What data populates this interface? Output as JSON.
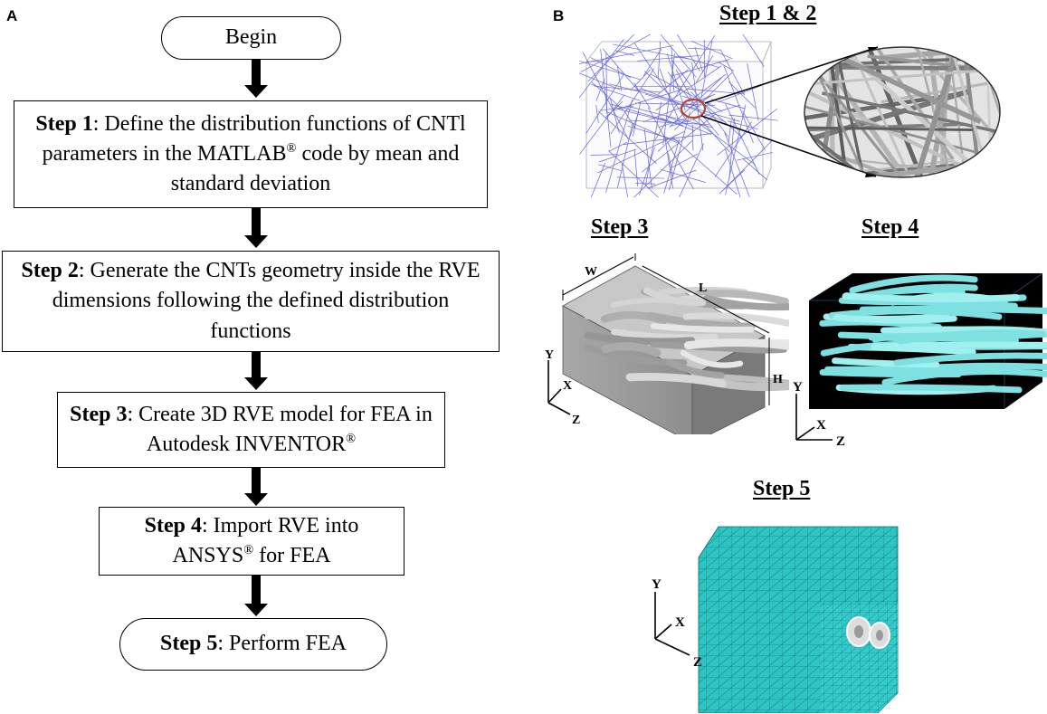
{
  "panels": {
    "a_label": "A",
    "b_label": "B"
  },
  "flowchart": {
    "begin": "Begin",
    "steps": [
      {
        "bold": "Step 1",
        "text": ": Define the distribution functions of CNTl parameters in the MATLAB",
        "sup": "®",
        "text_after": " code by mean and standard deviation"
      },
      {
        "bold": "Step 2",
        "text": ": Generate the CNTs geometry inside the RVE dimensions following the defined distribution functions"
      },
      {
        "bold": "Step 3",
        "text": ": Create 3D RVE model for FEA in Autodesk INVENTOR",
        "sup": "®"
      },
      {
        "bold": "Step 4",
        "text": ": Import RVE into ANSYS",
        "sup": "®",
        "text_after": " for FEA"
      },
      {
        "bold": "Step 5",
        "text": ": Perform FEA"
      }
    ]
  },
  "right_panel": {
    "titles": {
      "step12": "Step 1 & 2",
      "step3": "Step 3",
      "step4": "Step 4",
      "step5": "Step 5"
    },
    "step3_labels": {
      "w": "W",
      "l": "L",
      "h": "H",
      "y": "Y",
      "x": "X",
      "z": "Z"
    },
    "step4_labels": {
      "y": "Y",
      "x": "X",
      "z": "Z"
    },
    "step5_labels": {
      "y": "Y",
      "x": "X",
      "z": "Z"
    }
  },
  "colors": {
    "cnt_blue": "#3b3fd0",
    "highlight_ring": "#b5442a",
    "tube_cyan": "#7ee0e0",
    "mesh_cyan": "#2fc4c4"
  }
}
